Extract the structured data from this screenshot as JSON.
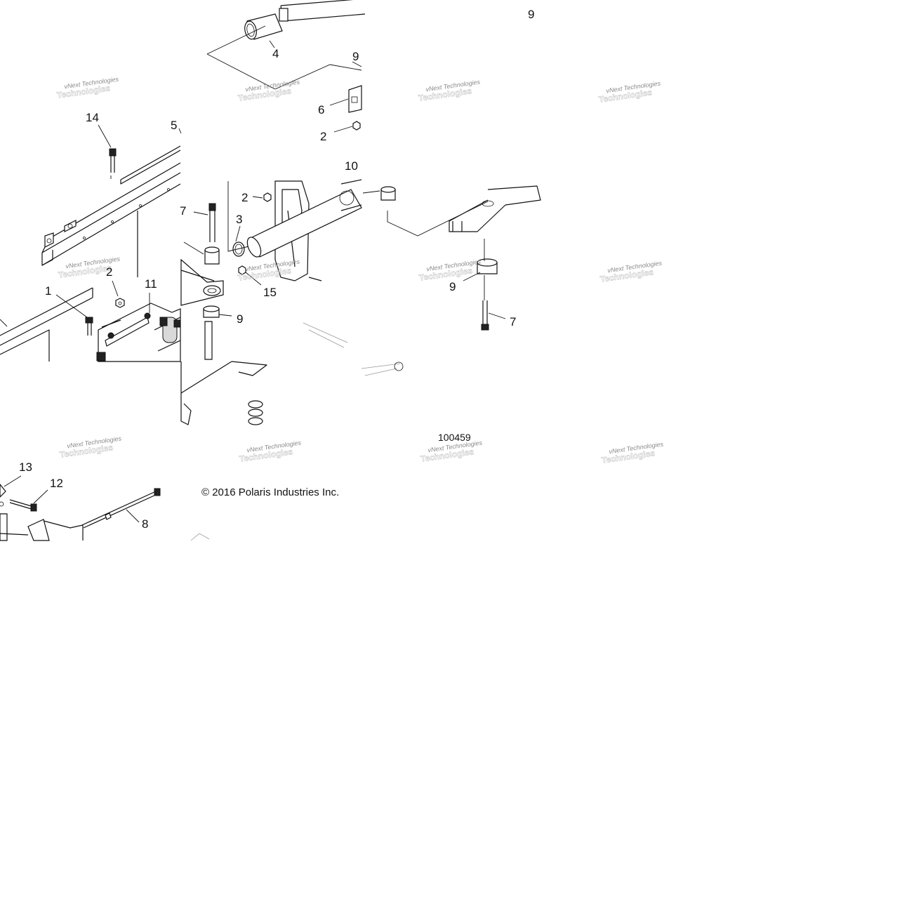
{
  "diagram": {
    "figure_number": "100459",
    "copyright": "© 2016 Polaris Industries Inc.",
    "watermark_text": "vNext Technologies",
    "callouts": [
      "9",
      "4",
      "9",
      "6",
      "2",
      "14",
      "5",
      "10",
      "2",
      "7",
      "3",
      "9",
      "7",
      "15",
      "9",
      "2",
      "11",
      "1",
      "13",
      "12",
      "8"
    ]
  }
}
